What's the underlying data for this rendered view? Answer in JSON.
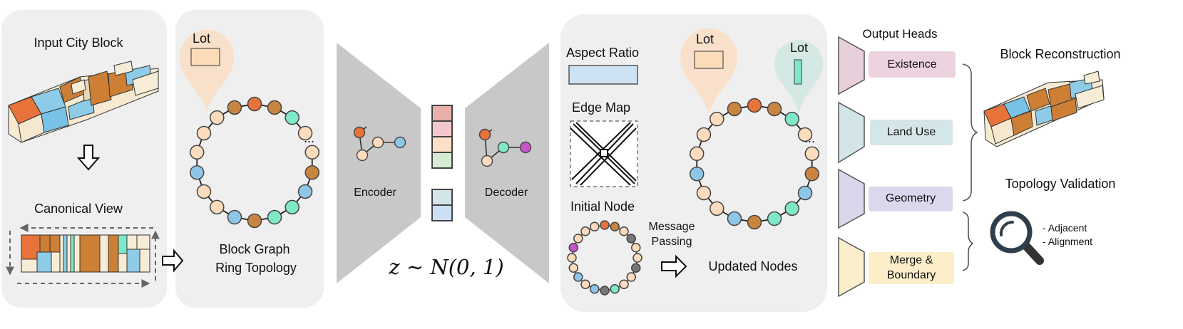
{
  "panel1": {
    "input_title": "Input City Block",
    "canonical_title": "Canonical View"
  },
  "panel2": {
    "lot_label": "Lot",
    "ellipsis": "...",
    "title_line1": "Block Graph",
    "title_line2": "Ring Topology"
  },
  "encoder": {
    "label": "Encoder"
  },
  "decoder": {
    "label": "Decoder"
  },
  "latent": {
    "formula": "z ∼ N(0, 1)"
  },
  "panel3": {
    "aspect_ratio": "Aspect Ratio",
    "edge_map": "Edge Map",
    "initial_node": "Initial Node",
    "message_passing_line1": "Message",
    "message_passing_line2": "Passing",
    "lot_label_left": "Lot",
    "lot_label_right": "Lot",
    "ellipsis": "...",
    "updated_nodes": "Updated Nodes"
  },
  "heads": {
    "title": "Output Heads",
    "items": [
      {
        "label": "Existence",
        "color": "#ecd3df",
        "trap": "#e8cfdc"
      },
      {
        "label": "Land Use",
        "color": "#d5e6e8",
        "trap": "#d3e5e8"
      },
      {
        "label": "Geometry",
        "color": "#dcd7ec",
        "trap": "#dcd6ec"
      },
      {
        "label_line1": "Merge &",
        "label_line2": "Boundary",
        "color": "#fbeec9",
        "trap": "#fbeecb"
      }
    ]
  },
  "results": {
    "block_reconstruction": "Block Reconstruction",
    "topology_validation": "Topology Validation",
    "checks": [
      "- Adjacent",
      "- Alignment"
    ]
  },
  "colors": {
    "panel_bg": "#efefef",
    "trapezoid": "#c6c6c6",
    "node_orange": "#e8733a",
    "node_brown": "#c98540",
    "node_peach": "#fcdcbc",
    "node_blue": "#8ec6e8",
    "node_mint": "#7ee8c8",
    "node_magenta": "#c755c8",
    "node_gray": "#777777"
  }
}
